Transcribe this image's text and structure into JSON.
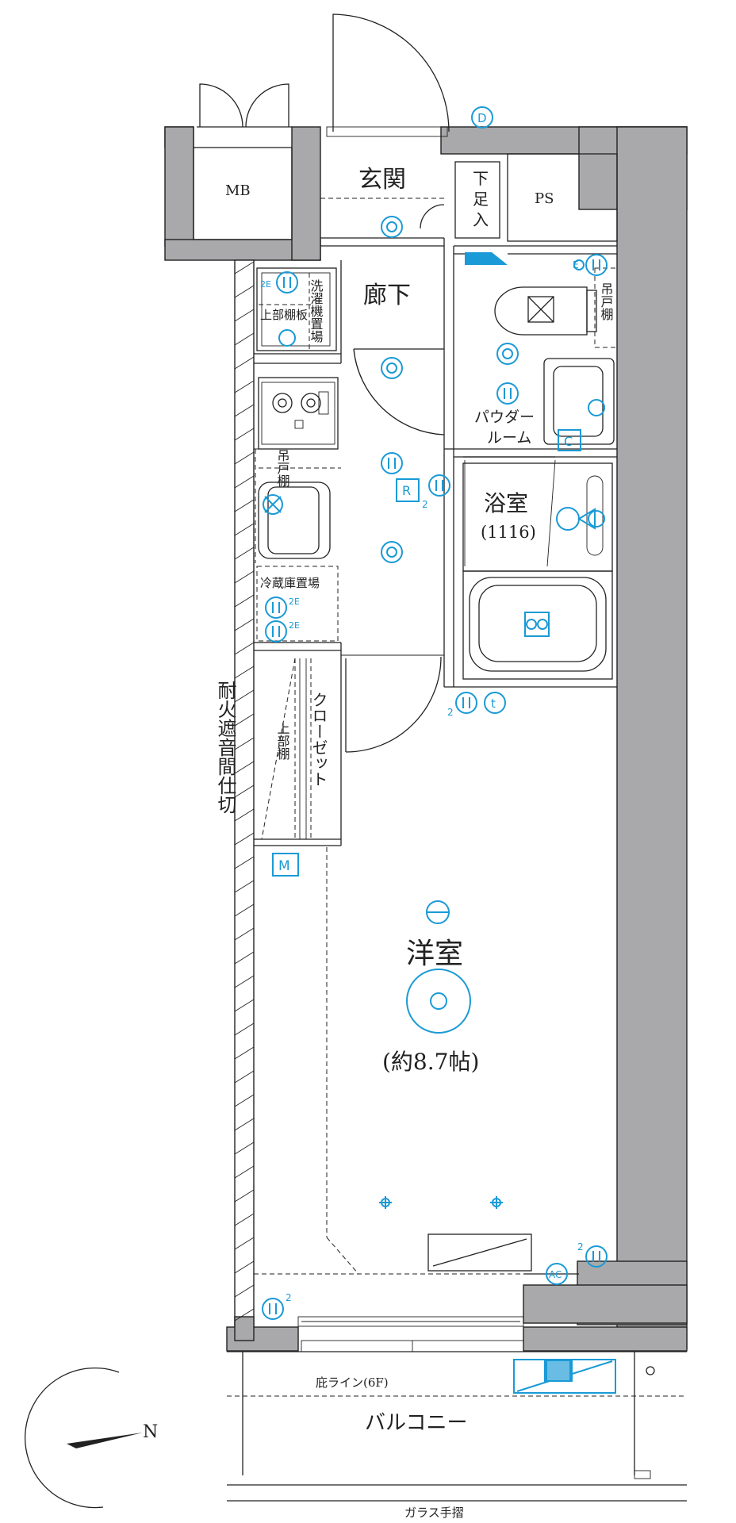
{
  "rooms": {
    "genkan": "玄関",
    "shoe_box": "下足入",
    "mb": "MB",
    "ps": "PS",
    "hallway": "廊下",
    "laundry": "洗濯機置場",
    "upper_shelf_board": "上部棚板",
    "hanging_shelf_kitchen": "吊戸棚",
    "fridge": "冷蔵庫置場",
    "hanging_shelf_powder": "吊戸棚",
    "powder_room_1": "パウダー",
    "powder_room_2": "ルーム",
    "bath": "浴室",
    "bath_size": "(1116)",
    "closet": "クローゼット",
    "upper_shelf": "上部棚",
    "western_room": "洋室",
    "western_size": "(約8.7帖)",
    "fire_wall": "耐火遮音間仕切",
    "eaves": "庇ライン(6F)",
    "balcony": "バルコニー",
    "glass_rail": "ガラス手摺",
    "north": "N"
  },
  "symbols": {
    "d": "D",
    "e": "E",
    "c": "C",
    "r": "R",
    "m": "M",
    "ac": "AC",
    "t": "t",
    "two": "2",
    "two_e": "2E"
  },
  "colors": {
    "equipment": "#1a9ad6",
    "wall": "#a9a9ab",
    "line": "#222222"
  }
}
